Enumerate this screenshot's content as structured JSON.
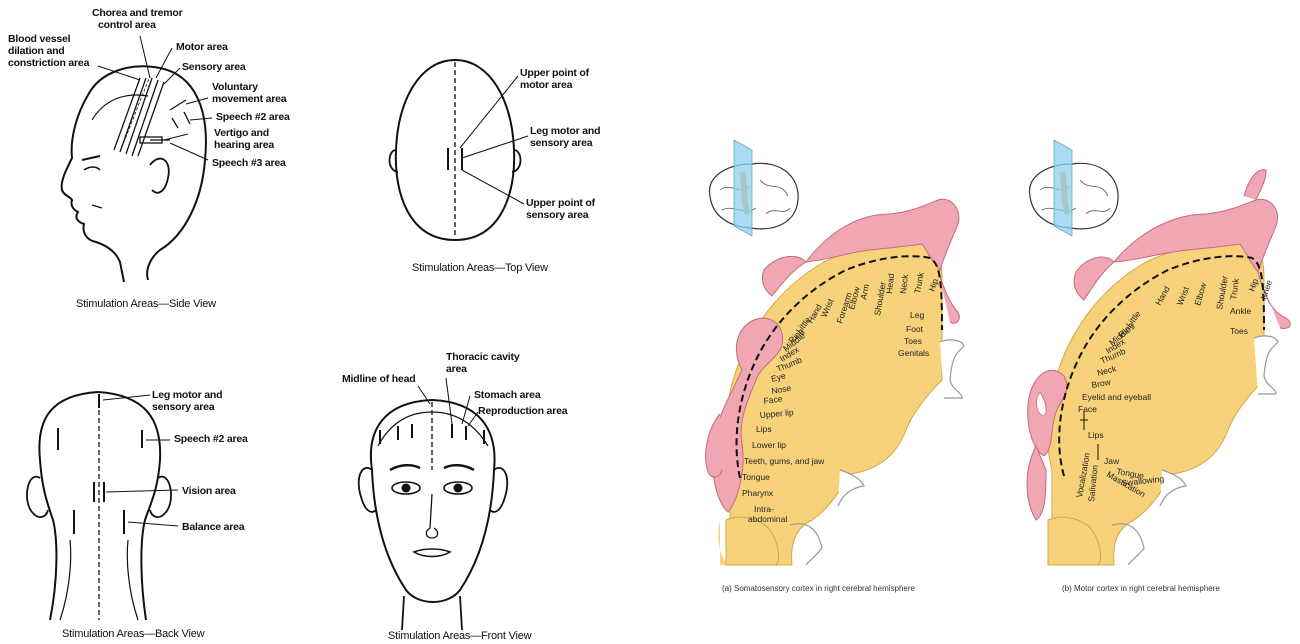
{
  "side_view": {
    "caption": "Stimulation Areas—Side View",
    "labels": {
      "chorea": "Chorea and tremor",
      "chorea2": "control area",
      "blood": "Blood vessel",
      "blood2": "dilation and",
      "blood3": "constriction area",
      "motor": "Motor area",
      "sensory": "Sensory area",
      "voluntary": "Voluntary",
      "voluntary2": "movement area",
      "speech2": "Speech #2 area",
      "vertigo": "Vertigo and",
      "vertigo2": "hearing area",
      "speech3": "Speech #3 area"
    }
  },
  "top_view": {
    "caption": "Stimulation Areas—Top View",
    "labels": {
      "upper_motor": "Upper point of",
      "upper_motor2": "motor area",
      "leg": "Leg motor and",
      "leg2": "sensory area",
      "upper_sensory": "Upper point of",
      "upper_sensory2": "sensory area"
    }
  },
  "back_view": {
    "caption": "Stimulation Areas—Back View",
    "labels": {
      "leg": "Leg motor and",
      "leg2": "sensory area",
      "speech2": "Speech #2 area",
      "vision": "Vision area",
      "balance": "Balance area"
    }
  },
  "front_view": {
    "caption": "Stimulation Areas—Front View",
    "labels": {
      "thoracic": "Thoracic cavity",
      "thoracic2": "area",
      "midline": "Midline of head",
      "stomach": "Stomach area",
      "reproduction": "Reproduction area"
    }
  },
  "somatosensory": {
    "caption": "(a) Somatosensory cortex in right cerebral hemisphere",
    "labels": [
      "Hip",
      "Trunk",
      "Neck",
      "Head",
      "Shoulder",
      "Arm",
      "Elbow",
      "Forearm",
      "Wrist",
      "Hand",
      "Little",
      "Ring",
      "Middle",
      "Index",
      "Thumb",
      "Eye",
      "Nose",
      "Face",
      "Upper lip",
      "Lips",
      "Lower lip",
      "Teeth, gums, and jaw",
      "Tongue",
      "Pharynx",
      "Intra-",
      "abdominal",
      "Leg",
      "Foot",
      "Toes",
      "Genitals"
    ]
  },
  "motor": {
    "caption": "(b) Motor cortex in right cerebral hemisphere",
    "labels": [
      "Hip",
      "Knee",
      "Trunk",
      "Shoulder",
      "Elbow",
      "Wrist",
      "Hand",
      "Little",
      "Ring",
      "Middle",
      "Index",
      "Thumb",
      "Neck",
      "Brow",
      "Eyelid and eyeball",
      "Face",
      "Lips",
      "Jaw",
      "Tongue",
      "Swallowing",
      "Ankle",
      "Toes",
      "Vocalization",
      "Salivation",
      "Mastication"
    ]
  },
  "colors": {
    "cortex": "#f7d27a",
    "figure": "#f0a6b3",
    "slice": "#8fd0ee",
    "ink": "#111111"
  }
}
